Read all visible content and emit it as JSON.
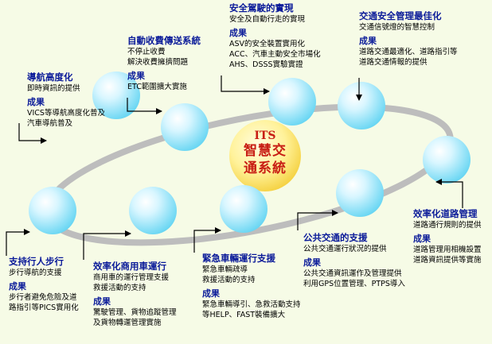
{
  "center": {
    "line1": "ITS",
    "line2": "智慧交",
    "line3": "通系統"
  },
  "blocks": [
    {
      "id": "nav",
      "title": "導航高度化",
      "desc": [
        "即時資訊的提供"
      ],
      "result_label": "成果",
      "results": [
        "VICS等導航高度化普及",
        "汽車導航普及"
      ]
    },
    {
      "id": "toll",
      "title": "自動收費傳送系統",
      "desc": [
        "不停止收費",
        "解決收費擁擠問題"
      ],
      "result_label": "成果",
      "results": [
        "ETC範圍擴大實施"
      ]
    },
    {
      "id": "safe",
      "title": "安全駕駛的實現",
      "desc": [
        "安全及自動行走的實現"
      ],
      "result_label": "成果",
      "results": [
        "ASV的安全裝置實用化",
        "ACC、汽車主動安全市場化",
        "AHS、DSSS實驗實證"
      ]
    },
    {
      "id": "traffic",
      "title": "交通安全管理最佳化",
      "desc": [
        "交通信號燈的智慧控制"
      ],
      "result_label": "成果",
      "results": [
        "道路交通最適化、道路指引等",
        "道路交通情報的提供"
      ]
    },
    {
      "id": "road",
      "title": "效率化道路管理",
      "desc": [
        "道路通行規則的提供"
      ],
      "result_label": "成果",
      "results": [
        "道路管理用相機設置",
        "道路資訊提供等實施"
      ]
    },
    {
      "id": "transit",
      "title": "公共交通的支援",
      "desc": [
        "公共交通運行狀況的提供"
      ],
      "result_label": "成果",
      "results": [
        "公共交通資訊運作及管理提供",
        "利用GPS位置管理、PTPS導入"
      ]
    },
    {
      "id": "emergency",
      "title": "緊急車輛運行支援",
      "desc": [
        "緊急車輛疏導",
        "救援活動的支持"
      ],
      "result_label": "成果",
      "results": [
        "緊急車輛導引、急救活動支持",
        "等HELP、FAST裝備擴大"
      ]
    },
    {
      "id": "commercial",
      "title": "效率化商用車運行",
      "desc": [
        "商用車的運行管理支援",
        "救援活動的支持"
      ],
      "result_label": "成果",
      "results": [
        "驚駛管理、貨物追蹤管理",
        "及貨物轉運管理實施"
      ]
    },
    {
      "id": "pedestrian",
      "title": "支持行人步行",
      "desc": [
        "步行導航的支援"
      ],
      "result_label": "成果",
      "results": [
        "步行者避免危險及道",
        "路指引等PICS實用化"
      ]
    }
  ]
}
